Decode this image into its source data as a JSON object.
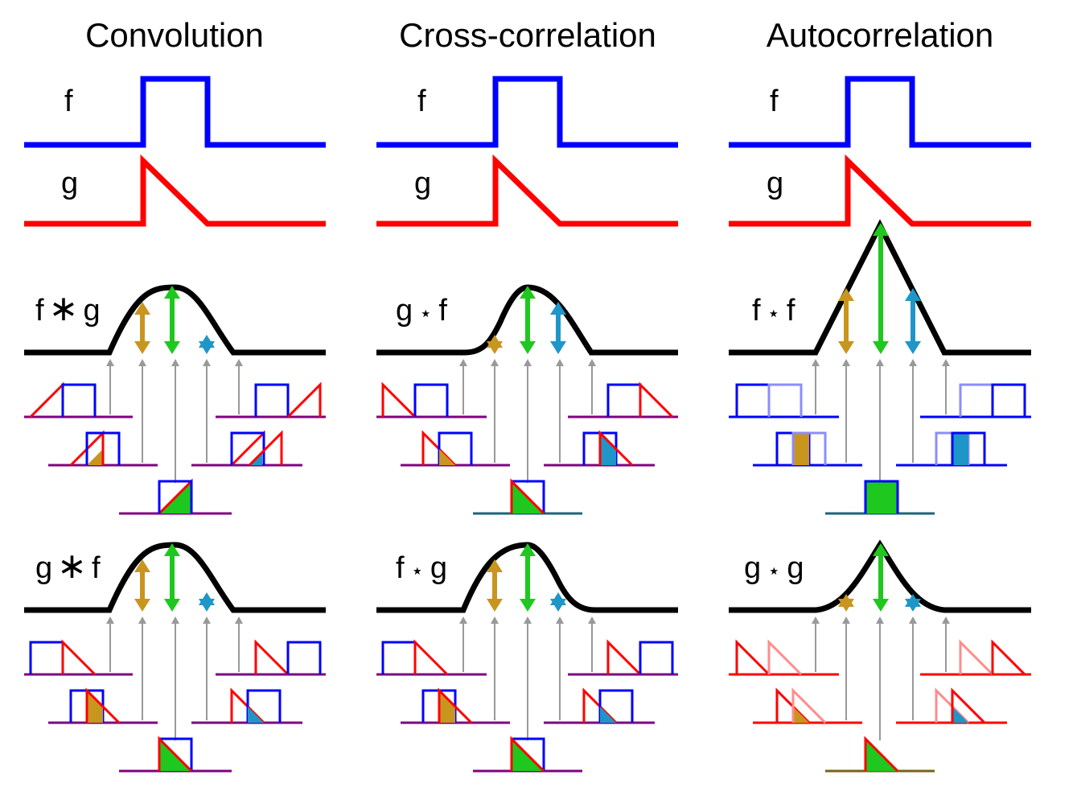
{
  "columns": [
    {
      "title": "Convolution",
      "f_label": "f",
      "g_label": "g",
      "result_top": {
        "a": "f",
        "op": "∗",
        "b": "g"
      },
      "result_bottom": {
        "a": "g",
        "op": "∗",
        "b": "f"
      }
    },
    {
      "title": "Cross-correlation",
      "f_label": "f",
      "g_label": "g",
      "result_top": {
        "a": "g",
        "op": "⋆",
        "b": "f"
      },
      "result_bottom": {
        "a": "f",
        "op": "⋆",
        "b": "g"
      }
    },
    {
      "title": "Autocorrelation",
      "f_label": "f",
      "g_label": "g",
      "result_top": {
        "a": "f",
        "op": "⋆",
        "b": "f"
      },
      "result_bottom": {
        "a": "g",
        "op": "⋆",
        "b": "g"
      }
    }
  ],
  "colors": {
    "f": "#0000ff",
    "g": "#ff0000",
    "result": "#000000",
    "arrow_left": "#c8961e",
    "arrow_center": "#1ec81e",
    "arrow_right": "#1e96c8",
    "pointer": "#999999",
    "baseline": "#800080",
    "baseline_alt": "#1e6478",
    "baseline_auto_g": "#786414",
    "f_faded": "#8c8cff",
    "g_faded": "#ff8c8c"
  }
}
